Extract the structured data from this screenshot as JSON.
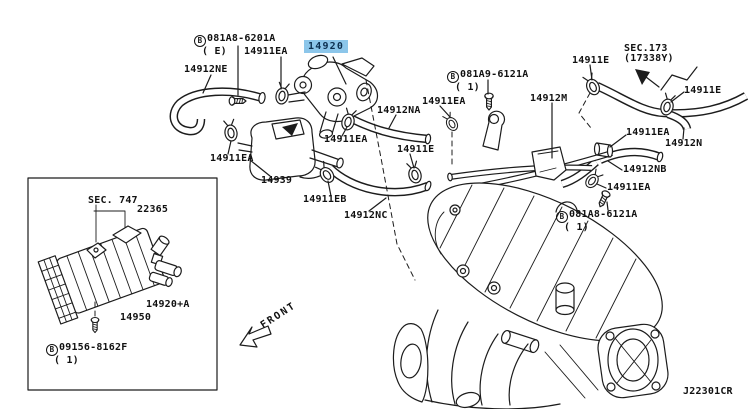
{
  "drawing_code": "J22301CR",
  "front_label": "FRONT",
  "highlight": {
    "background": "#8cc6ea",
    "text_color": "#0d3050",
    "selected_part": "14920"
  },
  "labels": {
    "l14920": {
      "text": "14920"
    },
    "l14912ne": {
      "text": "14912NE"
    },
    "l14911ea_a": {
      "text": "14911EA"
    },
    "l14911e_top": {
      "text": "14911E"
    },
    "l14911e_right": {
      "text": "14911E"
    },
    "l14912m": {
      "text": "14912M"
    },
    "l14912na": {
      "text": "14912NA"
    },
    "l14911ea_b": {
      "text": "14911EA"
    },
    "l14911ea_c": {
      "text": "14911EA"
    },
    "l14911e_mid": {
      "text": "14911E"
    },
    "l14911eb": {
      "text": "14911EB"
    },
    "l14912nc": {
      "text": "14912NC"
    },
    "l14911ea_d": {
      "text": "14911EA"
    },
    "l14939": {
      "text": "14939"
    },
    "l14911ea_e": {
      "text": "14911EA"
    },
    "l14912n": {
      "text": "14912N"
    },
    "l14912nb": {
      "text": "14912NB"
    },
    "l14911ea_f": {
      "text": "14911EA"
    },
    "l22365": {
      "text": "22365"
    },
    "l14920a": {
      "text": "14920+A"
    },
    "l14950": {
      "text": "14950"
    }
  },
  "bolt_labels": {
    "b6201a": {
      "prefix": "B",
      "number": "081A8-6201A",
      "qty": "( E)"
    },
    "b6121a_top": {
      "prefix": "B",
      "number": "081A9-6121A",
      "qty": "( 1)"
    },
    "b6121a_right": {
      "prefix": "B",
      "number": "081A8-6121A",
      "qty": "( 1)"
    },
    "b8162f": {
      "prefix": "B",
      "number": "09156-8162F",
      "qty": "( 1)"
    }
  },
  "sections": {
    "sec173": {
      "line1": "SEC.173",
      "line2": "(17338Y)"
    },
    "sec747": {
      "text": "SEC. 747"
    }
  }
}
